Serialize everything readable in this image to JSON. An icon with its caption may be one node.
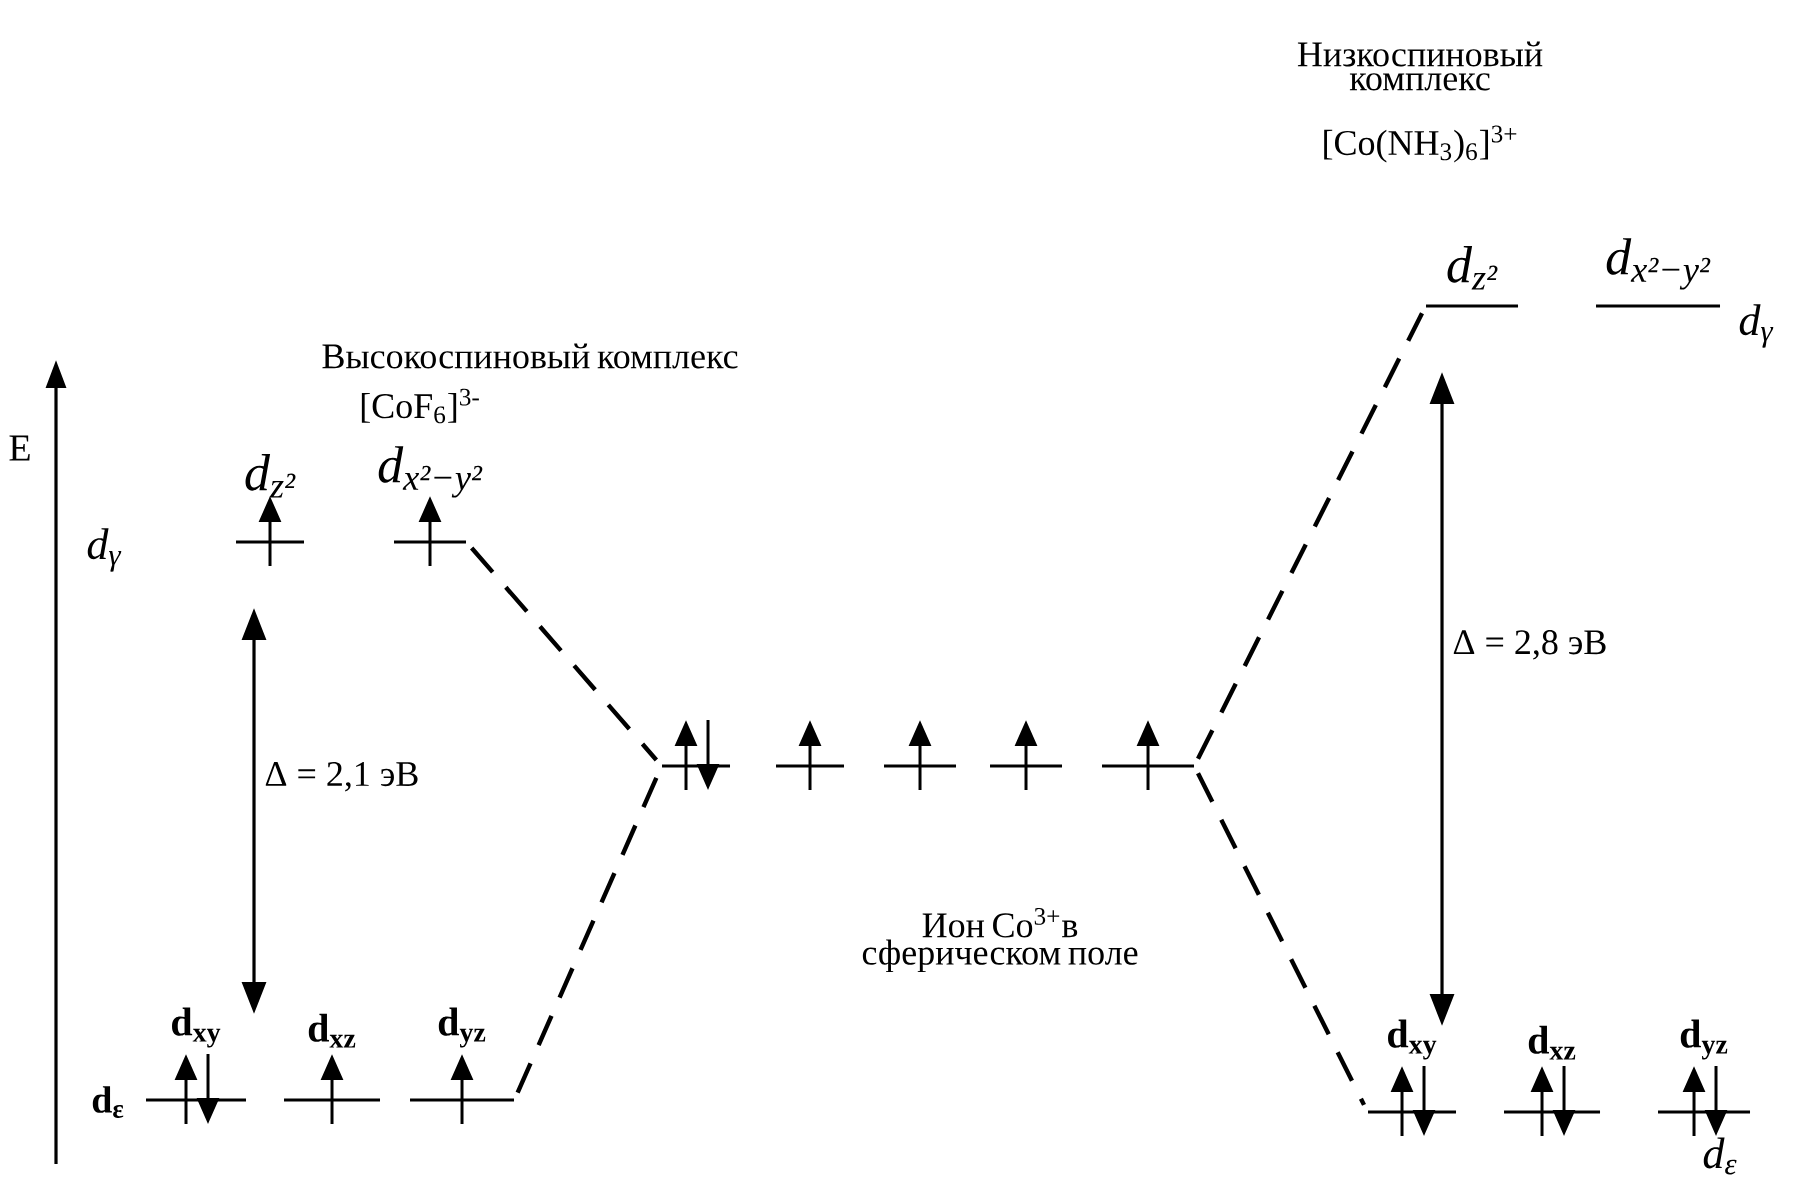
{
  "diagram": {
    "nodes": [
      {
        "text": [
          "d$_{z²}$"
        ]
      },
      {
        "text": [
          "d$_{x²−y²}$"
        ]
      },
      {
        "text": [
          "d$_{xy}$"
        ]
      },
      {
        "text": [
          "d$_{xz}$"
        ]
      },
      {
        "text": [
          "d$_{yz}$"
        ]
      },
      {
        "text": [],
        "shape": "bar"
      },
      {
        "text": [],
        "shape": "bar"
      },
      {
        "text": [],
        "shape": "bar"
      },
      {
        "text": [],
        "shape": "bar"
      },
      {
        "text": [],
        "shape": "bar"
      },
      {
        "text": [
          "d$_{z²}$"
        ]
      },
      {
        "text": [
          "d$_{x²−y²}$"
        ]
      },
      {
        "text": [
          "d$_{xy}$"
        ]
      },
      {
        "text": [
          "d$_{xz}$"
        ]
      },
      {
        "text": [
          "d$_{yz}$"
        ]
      }
    ],
    "edges": [
      {
        "from": 0,
        "to": 2,
        "arrow": "both",
        "label": "Δ = 2,1 эВ"
      },
      {
        "from": 1,
        "to": 5,
        "arrow": "none",
        "style": "dashed"
      },
      {
        "from": 4,
        "to": 5,
        "arrow": "none",
        "style": "dashed"
      },
      {
        "from": 9,
        "to": 10,
        "arrow": "none",
        "style": "dashed"
      },
      {
        "from": 9,
        "to": 12,
        "arrow": "none",
        "style": "dashed"
      },
      {
        "from": 10,
        "to": 12,
        "arrow": "both",
        "label": "Δ = 2,8 эВ"
      }
    ],
    "labels": [
      "Низкоспиновый комплекс",
      "[Co(NH$_{3}$)$_{6}$]$^{3+}$",
      "Высокоспиновый комплекс",
      "[CoF$_{6}$]$^{3-}$",
      "E",
      "d$_{γ}$",
      "d$_{γ}$",
      "Ион Co$^{3+}$в сферическом поле",
      "d$_{ε}$",
      "d$_{ε}$"
    ]
  }
}
